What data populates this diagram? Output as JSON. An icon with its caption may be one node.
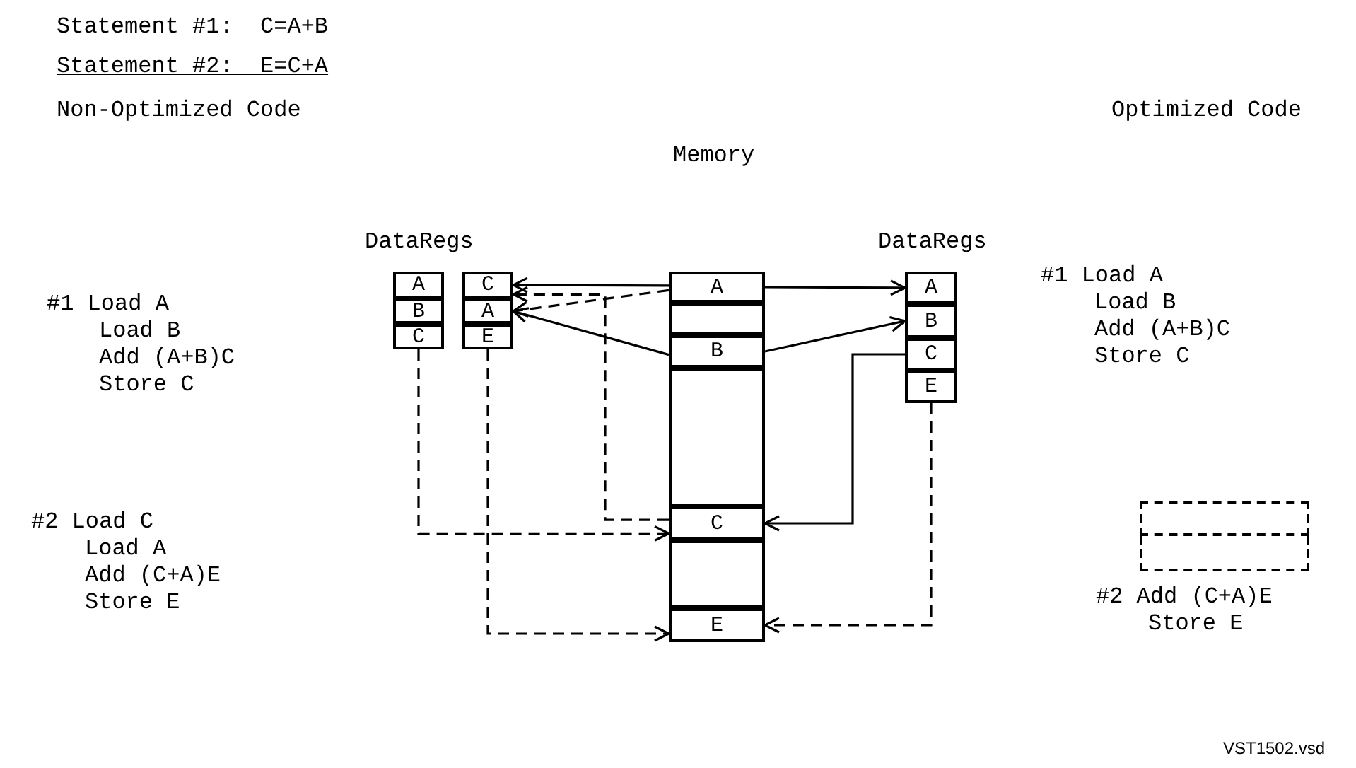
{
  "diagram": {
    "nodes": [
      {
        "text": [
          "A"
        ]
      },
      {
        "text": [
          "B"
        ]
      },
      {
        "text": [
          "C"
        ]
      },
      {
        "text": [
          "C"
        ]
      },
      {
        "text": [
          "A"
        ]
      },
      {
        "text": [
          "E"
        ]
      },
      {
        "text": [
          "A"
        ]
      },
      {
        "text": [],
        "shape": "box"
      },
      {
        "text": [
          "B"
        ]
      },
      {
        "text": [],
        "shape": "box"
      },
      {
        "text": [
          "C"
        ]
      },
      {
        "text": [],
        "shape": "box"
      },
      {
        "text": [
          "E"
        ]
      },
      {
        "text": [
          "A"
        ]
      },
      {
        "text": [
          "B"
        ]
      },
      {
        "text": [
          "C"
        ]
      },
      {
        "text": [
          "E"
        ]
      },
      {
        "text": [],
        "shape": "box"
      },
      {
        "text": [],
        "shape": "box"
      }
    ],
    "edges": [
      {
        "from": 6,
        "to": 13,
        "arrow": "to"
      },
      {
        "from": 8,
        "to": 14,
        "arrow": "to"
      },
      {
        "from": 15,
        "to": 10,
        "arrow": "to"
      },
      {
        "from": 16,
        "to": 12,
        "arrow": "to",
        "style": "dashed"
      },
      {
        "from": 6,
        "to": 3,
        "arrow": "to"
      },
      {
        "from": 10,
        "to": 3,
        "arrow": "to",
        "style": "dashed"
      },
      {
        "from": 6,
        "to": 4,
        "arrow": "to",
        "style": "dashed"
      },
      {
        "from": 8,
        "to": 4,
        "arrow": "to"
      },
      {
        "from": 2,
        "to": 10,
        "arrow": "to",
        "style": "dashed"
      },
      {
        "from": 5,
        "to": 12,
        "arrow": "to",
        "style": "dashed"
      }
    ],
    "labels": [
      "Statement #1:  C=A+B",
      "Statement #2:  E=C+A",
      "Non-Optimized Code",
      "Optimized Code",
      "Memory",
      "DataRegs",
      "DataRegs",
      "#1 Load A",
      "Load B",
      "Add (A+B)C",
      "Store C",
      "#1 Load A",
      "Load B",
      "Add (A+B)C",
      "Store C",
      "#2 Load C",
      "Load A",
      "Add (C+A)E",
      "Store E",
      "#2 Add (C+A)E",
      "Store E",
      "VST1502.vsd"
    ]
  }
}
